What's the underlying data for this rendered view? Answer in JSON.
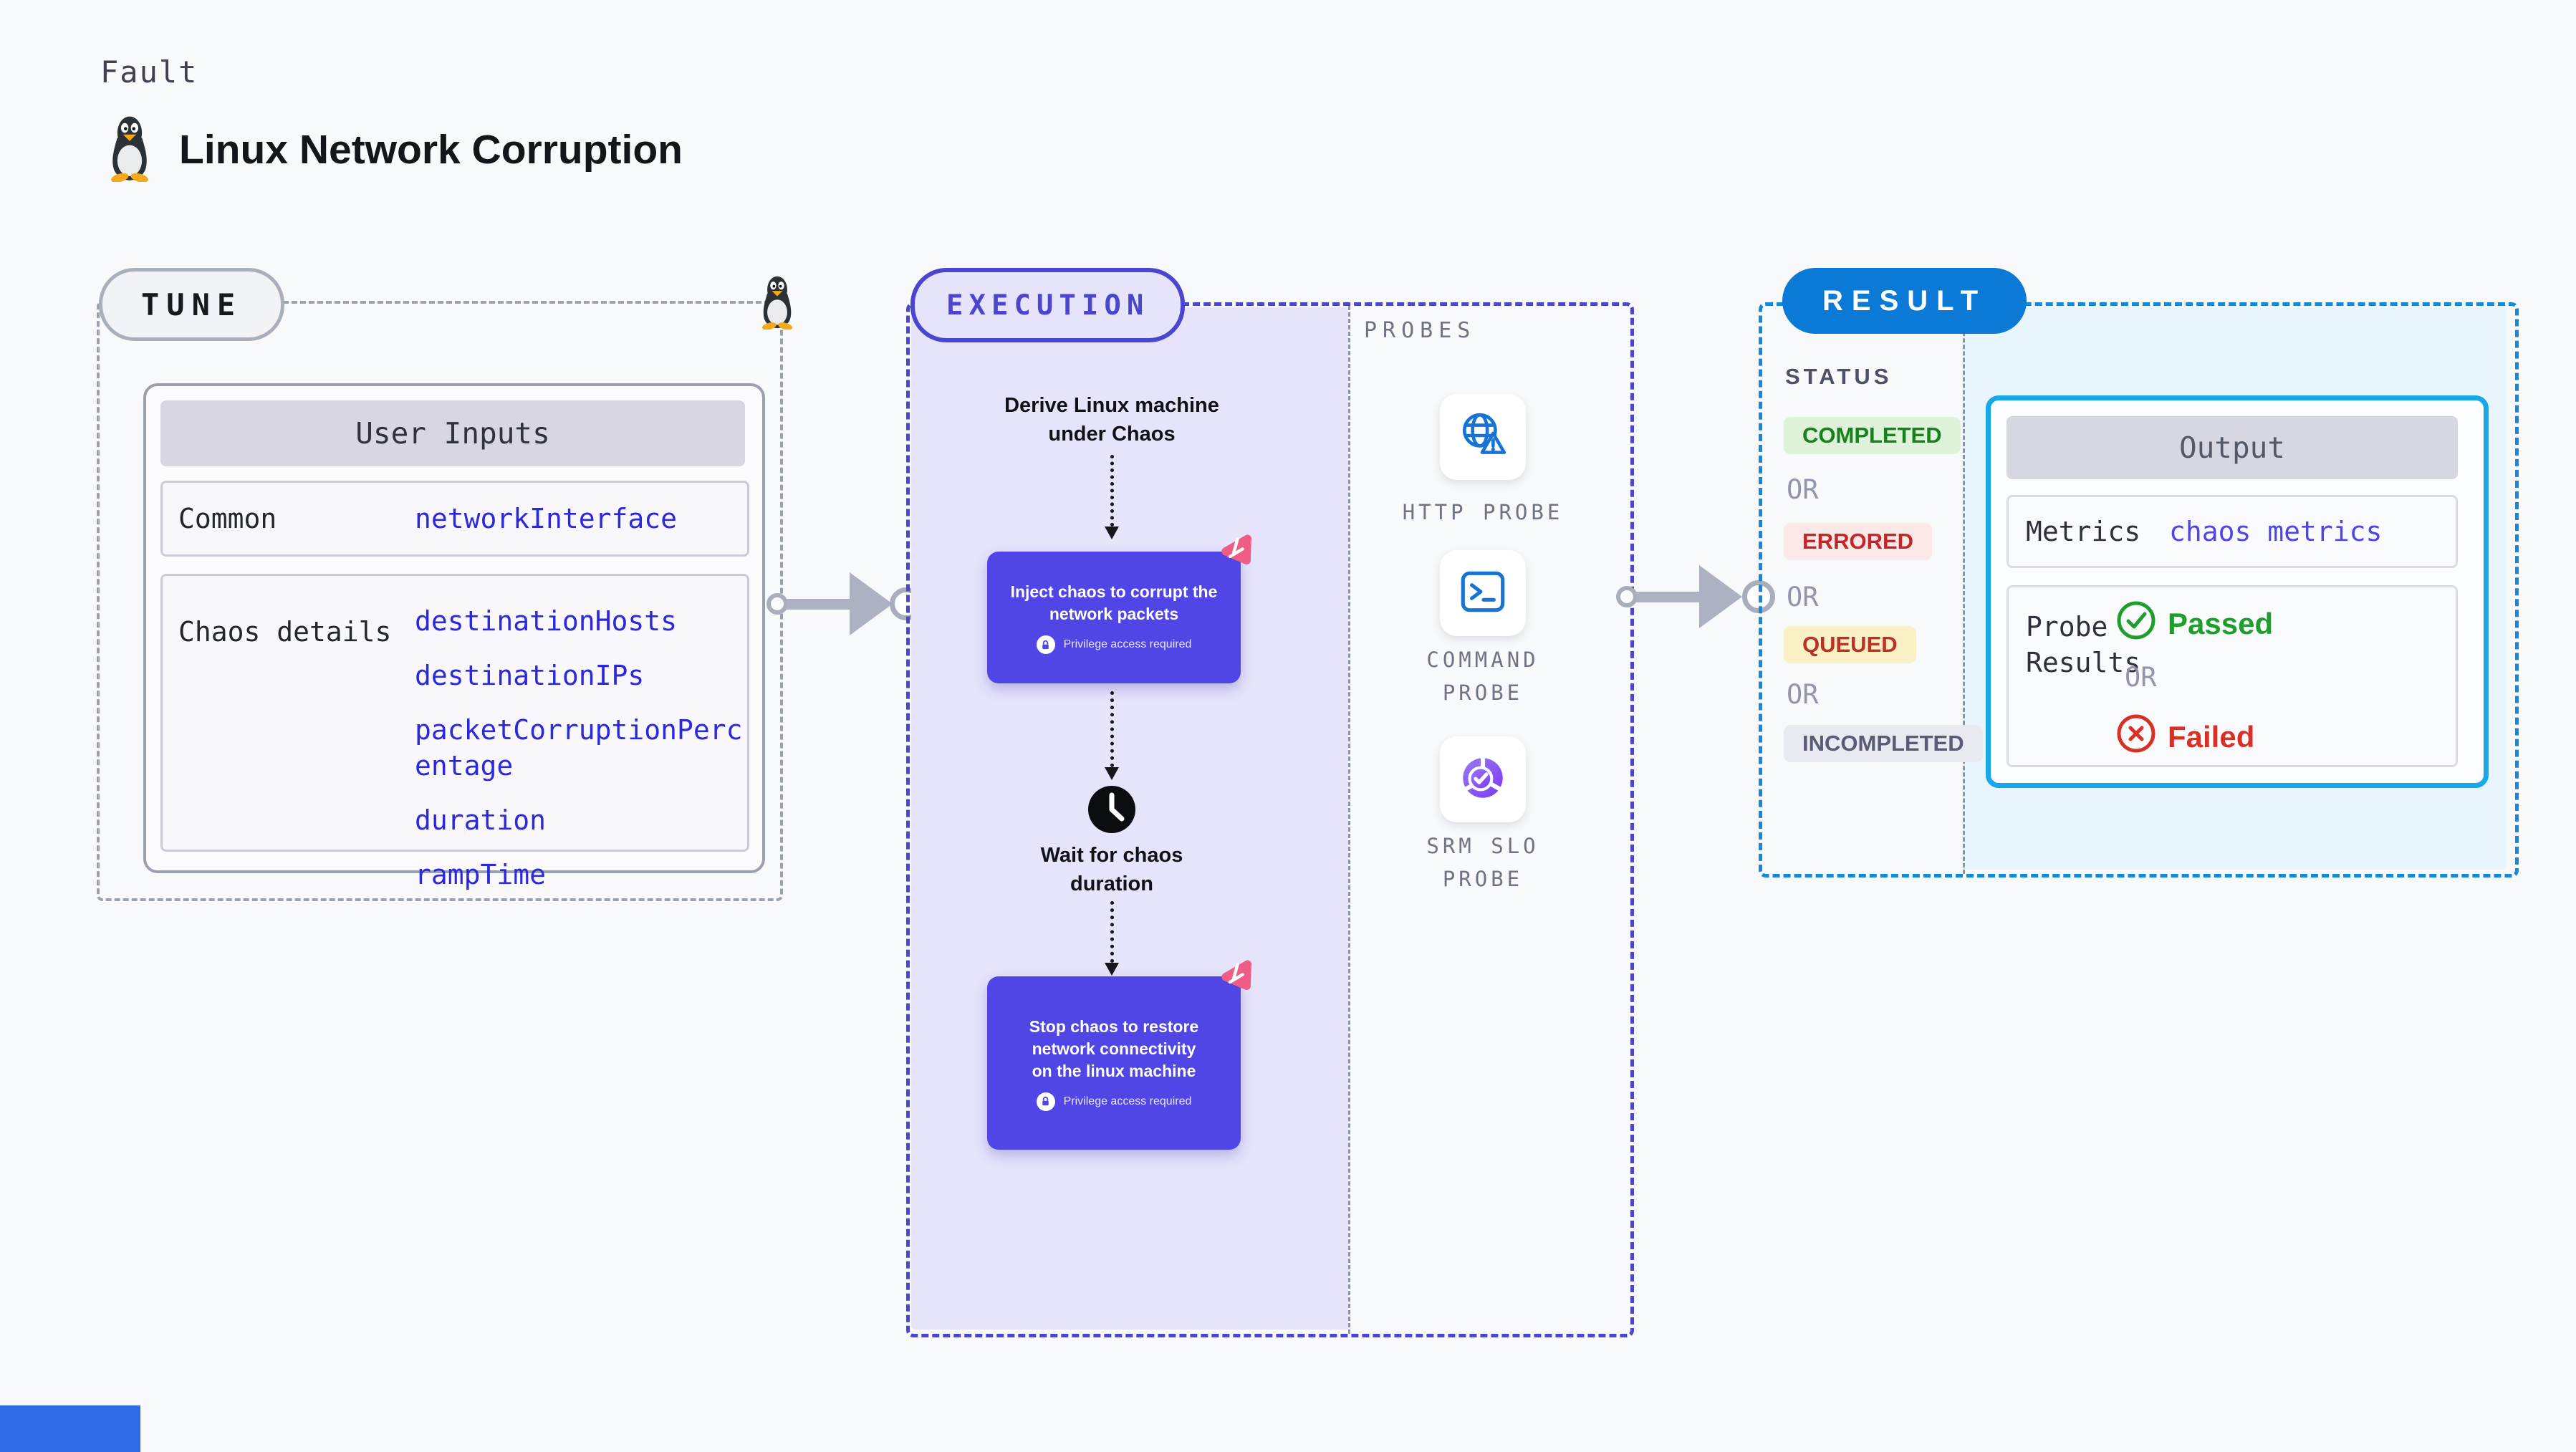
{
  "header": {
    "kicker": "Fault",
    "title": "Linux Network Corruption"
  },
  "tune": {
    "badge": "TUNE",
    "card_title": "User Inputs",
    "rows": [
      {
        "label": "Common",
        "values": [
          "networkInterface"
        ]
      },
      {
        "label": "Chaos details",
        "values": [
          "destinationHosts",
          "destinationIPs",
          "packetCorruptionPercentage",
          "duration",
          "rampTime"
        ]
      }
    ]
  },
  "execution": {
    "badge": "EXECUTION",
    "derive": "Derive Linux machine under Chaos",
    "inject": "Inject chaos to corrupt the network packets",
    "wait": "Wait for chaos duration",
    "stop": "Stop chaos to restore network connectivity on the linux machine",
    "privilege": "Privilege access required"
  },
  "probes": {
    "title": "PROBES",
    "items": [
      {
        "label": "HTTP PROBE",
        "icon": "globe-alert-icon"
      },
      {
        "label": "COMMAND PROBE",
        "icon": "terminal-icon"
      },
      {
        "label": "SRM SLO PROBE",
        "icon": "slo-donut-icon"
      }
    ]
  },
  "result": {
    "badge": "RESULT",
    "status_title": "STATUS",
    "or": "OR",
    "statuses": [
      {
        "label": "COMPLETED"
      },
      {
        "label": "ERRORED"
      },
      {
        "label": "QUEUED"
      },
      {
        "label": "INCOMPLETED"
      }
    ],
    "output": {
      "title": "Output",
      "metrics_label": "Metrics",
      "metrics_value": "chaos metrics",
      "probe_label": "Probe Results",
      "passed": "Passed",
      "failed": "Failed"
    }
  },
  "colors": {
    "accent-indigo": "#4c45d0",
    "box-indigo": "#4f46e5",
    "panel-purple": "#e6e4fb",
    "harness-blue": "#0b79d6",
    "result-dash": "#1488da",
    "cyan-border": "#16a8e8",
    "cyan-fill": "#e8f5fd",
    "probe-blue": "#1574d4",
    "green": "#1f9e2c",
    "red": "#d83025",
    "pink": "#ef5d87",
    "value-blue": "#2d28de",
    "gray-dash": "#9aa2ae",
    "arrow-gray": "#adb2c2"
  }
}
